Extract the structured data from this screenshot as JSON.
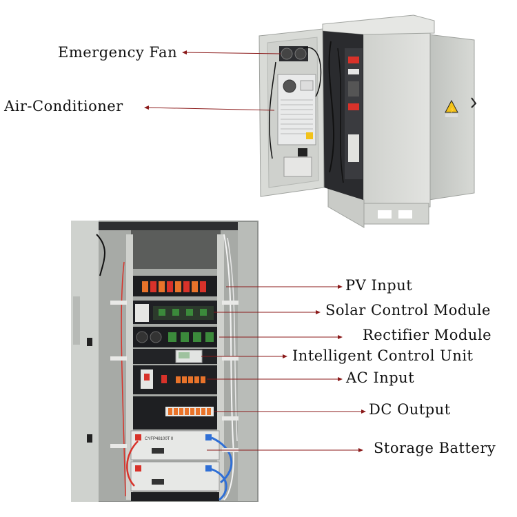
{
  "top_figure": {
    "callouts": {
      "emergency_fan": "Emergency Fan",
      "air_conditioner": "Air-Conditioner"
    }
  },
  "bottom_figure": {
    "callouts": {
      "pv_input": "PV Input",
      "solar_control_module": "Solar Control Module",
      "rectifier_module": "Rectifier Module",
      "intelligent_control_unit": "Intelligent Control Unit",
      "ac_input": "AC Input",
      "dc_output": "DC Output",
      "storage_battery": "Storage Battery"
    },
    "battery_model_text": "CYFP48100T II"
  },
  "colors": {
    "cabinet_body": "#d4d6d2",
    "cabinet_shadow": "#a9aca8",
    "rack_dark": "#1c1d20",
    "breaker_red": "#d8322a",
    "breaker_orange": "#e8732a",
    "cable_blue": "#2f6fd6",
    "warning_yellow": "#f2c21a",
    "leader_line": "#8b1a1a"
  }
}
